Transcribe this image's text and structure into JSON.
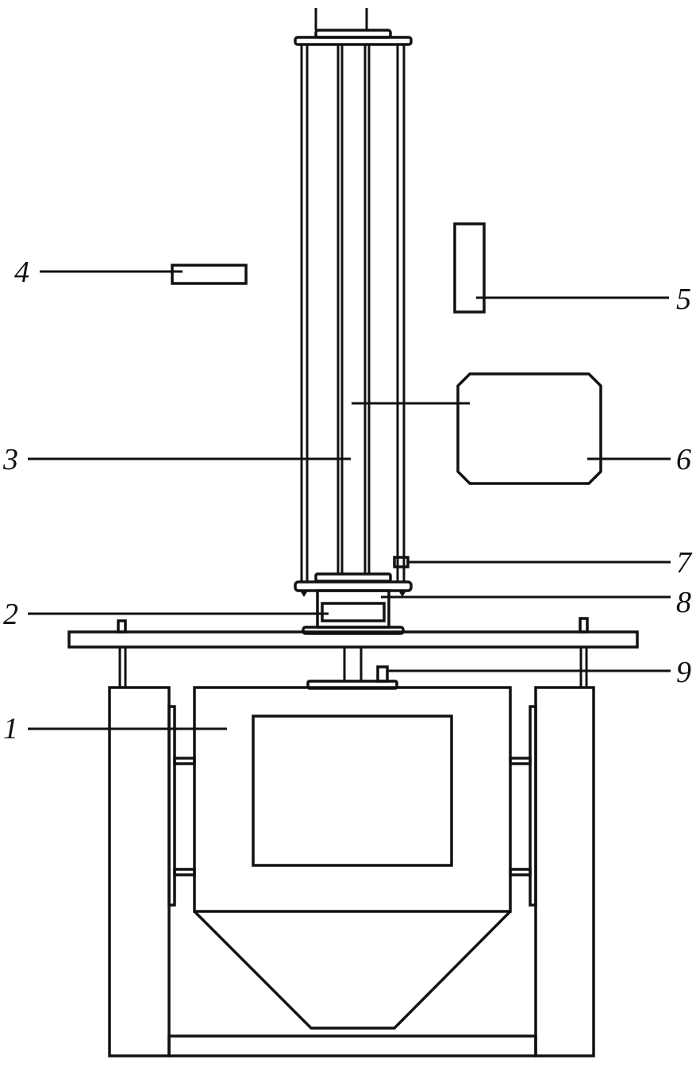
{
  "diagram": {
    "labels": [
      "1",
      "2",
      "3",
      "4",
      "5",
      "6",
      "7",
      "8",
      "9"
    ],
    "line_color": "#111111",
    "background": "#ffffff"
  }
}
